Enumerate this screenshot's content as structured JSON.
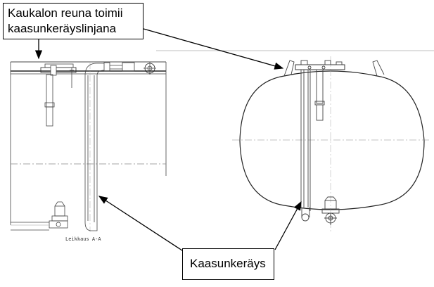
{
  "callouts": {
    "top": {
      "line1": "Kaukalon reuna toimii",
      "line2": "kaasunkeräyslinjana"
    },
    "bottom": {
      "text": "Kaasunkeräys"
    }
  },
  "drawing": {
    "section_label": "Leikkaus A-A"
  },
  "colors": {
    "line": "#000000",
    "drawing": "#444444",
    "centerline": "#888888"
  }
}
